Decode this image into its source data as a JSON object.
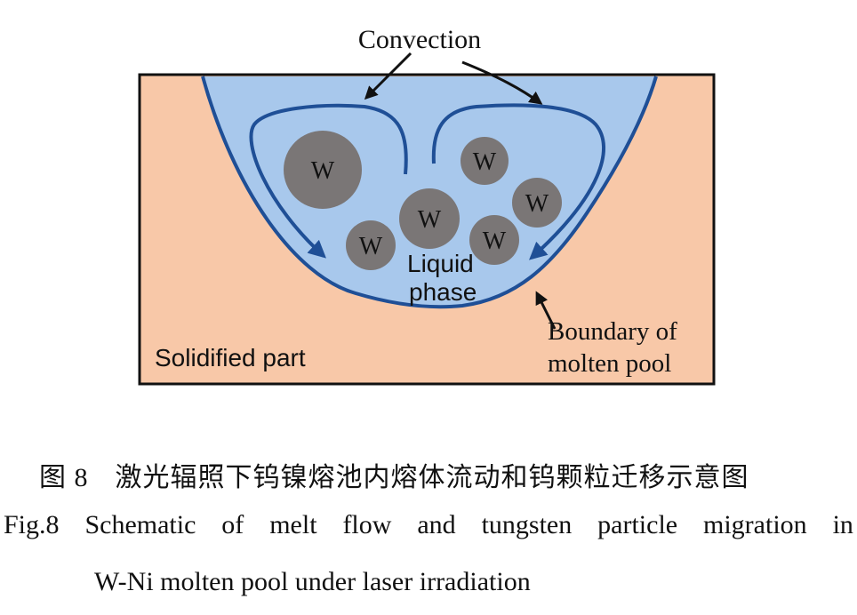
{
  "labels": {
    "convection": "Convection",
    "liquid_phase_line1": "Liquid",
    "liquid_phase_line2": "phase",
    "boundary_line1": "Boundary of",
    "boundary_line2": "molten pool",
    "solidified": "Solidified part"
  },
  "particles": [
    {
      "label": "W"
    },
    {
      "label": "W"
    },
    {
      "label": "W"
    },
    {
      "label": "W"
    },
    {
      "label": "W"
    },
    {
      "label": "W"
    },
    {
      "label": "W"
    }
  ],
  "colors": {
    "solid": "#f8c8a8",
    "liquid": "#a8c8ec",
    "boundary": "#1f4f96",
    "particle": "#7a7676",
    "frame": "#111111"
  },
  "caption": {
    "cn_number": "图 8",
    "cn_text": "激光辐照下钨镍熔池内熔体流动和钨颗粒迁移示意图",
    "en_number": "Fig.8",
    "en_words": [
      "Schematic",
      "of",
      "melt",
      "flow",
      "and",
      "tungsten",
      "particle",
      "migration",
      "in"
    ],
    "en_line2": "W-Ni molten pool under laser irradiation"
  }
}
